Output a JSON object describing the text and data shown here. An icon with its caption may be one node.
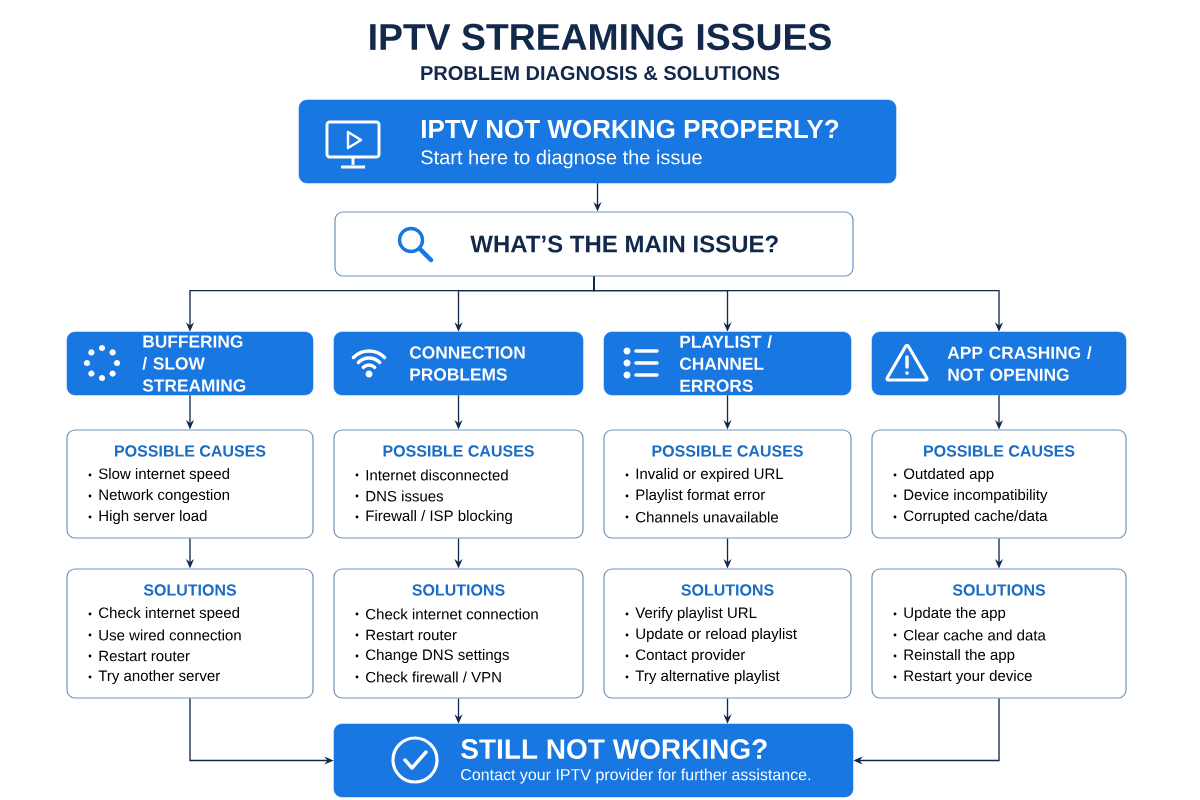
{
  "diagram": {
    "title": "IPTV STREAMING ISSUES",
    "caption": "PROBLEM DIAGNOSIS & SOLUTIONS",
    "nodes": [
      {
        "text": [
          "IPTV NOT WORKING PROPERLY?",
          "Start here to diagnose the issue"
        ]
      },
      {
        "text": [
          "WHAT’S THE MAIN ISSUE?"
        ]
      },
      {
        "text": [
          "BUFFERING / SLOW STREAMING"
        ]
      },
      {
        "text": [
          "CONNECTION PROBLEMS"
        ]
      },
      {
        "text": [
          "PLAYLIST / CHANNEL ERRORS"
        ]
      },
      {
        "text": [
          "APP CRASHING / NOT OPENING"
        ]
      },
      {
        "text": [
          "POSSIBLE CAUSES",
          "Slow internet speed",
          "Network congestion",
          "High server load"
        ]
      },
      {
        "text": [
          "POSSIBLE CAUSES",
          "Internet disconnected",
          "DNS issues",
          "Firewall / ISP blocking"
        ]
      },
      {
        "text": [
          "POSSIBLE CAUSES",
          "Invalid or expired URL",
          "Playlist format error",
          "Channels unavailable"
        ]
      },
      {
        "text": [
          "POSSIBLE CAUSES",
          "Outdated app",
          "Device incompatibility",
          "Corrupted cache/data"
        ]
      },
      {
        "text": [
          "SOLUTIONS",
          "Check internet speed",
          "Use wired connection",
          "Restart router",
          "Try another server"
        ]
      },
      {
        "text": [
          "SOLUTIONS",
          "Check internet connection",
          "Restart router",
          "Change DNS settings",
          "Check firewall / VPN"
        ]
      },
      {
        "text": [
          "SOLUTIONS",
          "Verify playlist URL",
          "Update or reload playlist",
          "Contact provider",
          "Try alternative playlist"
        ]
      },
      {
        "text": [
          "SOLUTIONS",
          "Update the app",
          "Clear cache and data",
          "Reinstall the app",
          "Restart your device"
        ]
      },
      {
        "text": [
          "STILL NOT WORKING?",
          "Contact your IPTV provider for further assistance."
        ]
      }
    ],
    "edges": [
      {
        "from": 0,
        "to": 1,
        "arrow": "to"
      },
      {
        "from": 1,
        "to": 2,
        "arrow": "to"
      },
      {
        "from": 1,
        "to": 3,
        "arrow": "to"
      },
      {
        "from": 1,
        "to": 4,
        "arrow": "to"
      },
      {
        "from": 1,
        "to": 5,
        "arrow": "to"
      },
      {
        "from": 2,
        "to": 6,
        "arrow": "to"
      },
      {
        "from": 3,
        "to": 7,
        "arrow": "to"
      },
      {
        "from": 4,
        "to": 8,
        "arrow": "to"
      },
      {
        "from": 5,
        "to": 9,
        "arrow": "to"
      },
      {
        "from": 6,
        "to": 10,
        "arrow": "to"
      },
      {
        "from": 7,
        "to": 11,
        "arrow": "to"
      },
      {
        "from": 8,
        "to": 12,
        "arrow": "to"
      },
      {
        "from": 9,
        "to": 13,
        "arrow": "to"
      },
      {
        "from": 10,
        "to": 14,
        "arrow": "to"
      },
      {
        "from": 11,
        "to": 14,
        "arrow": "to"
      },
      {
        "from": 12,
        "to": 14,
        "arrow": "to"
      },
      {
        "from": 13,
        "to": 14,
        "arrow": "to"
      }
    ]
  }
}
